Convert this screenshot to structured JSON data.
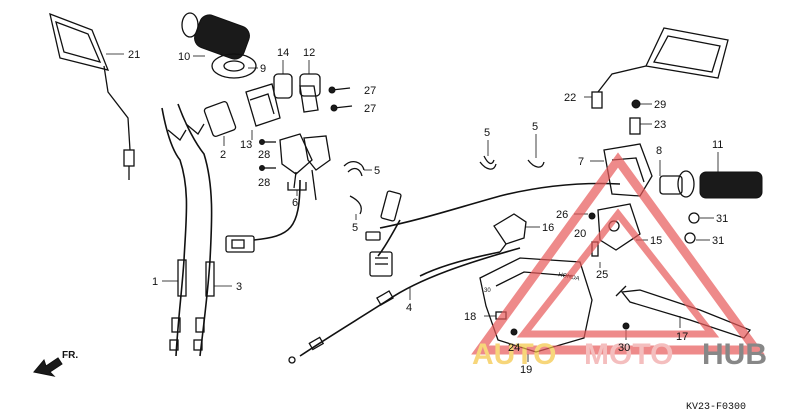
{
  "labels": {
    "l1": "1",
    "l2": "2",
    "l3": "3",
    "l4": "4",
    "l5a": "5",
    "l5b": "5",
    "l5c": "5",
    "l5d": "5",
    "l6": "6",
    "l7": "7",
    "l8": "8",
    "l9": "9",
    "l10": "10",
    "l11": "11",
    "l12": "12",
    "l13": "13",
    "l14": "14",
    "l15": "15",
    "l16": "16",
    "l17": "17",
    "l18": "18",
    "l19": "19",
    "l20": "20",
    "l21": "21",
    "l22": "22",
    "l23": "23",
    "l24": "24",
    "l25": "25",
    "l26": "26",
    "l27a": "27",
    "l27b": "27",
    "l28a": "28",
    "l28b": "28",
    "l29": "29",
    "l30": "30",
    "l31a": "31",
    "l31b": "31"
  },
  "direction_mark": "FR.",
  "cover_brand": "HONDA",
  "cover_code": "30",
  "drawing_code": "KV23-F0300",
  "watermark": {
    "part_a": "AUTO",
    "part_b": "MOTO",
    "part_c": "HUB",
    "color_a": "#f5c542",
    "color_b": "#f0a3a3",
    "color_c": "#555555",
    "triangle_color": "#e85a5a"
  }
}
